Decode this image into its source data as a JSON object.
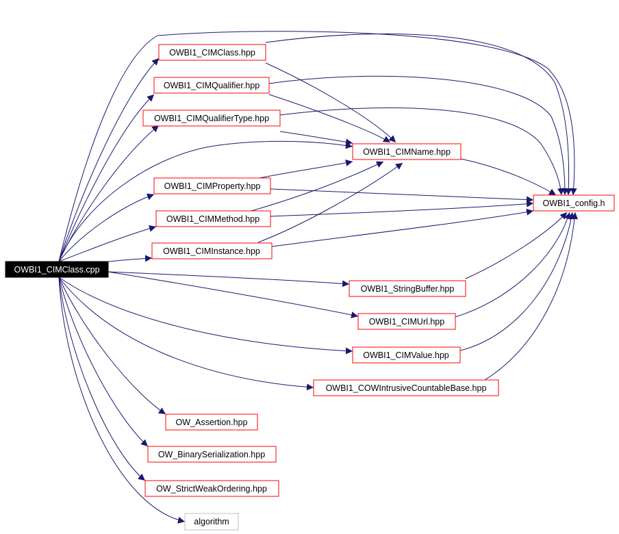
{
  "colors": {
    "edge": "#191970",
    "node_border": "#ff0000",
    "external_border": "#bfbfbf",
    "root_fill": "#000000",
    "root_text": "#ffffff",
    "text": "#000000",
    "background": "#ffffff"
  },
  "nodes": {
    "root": "OWBI1_CIMClass.cpp",
    "cimclass_hpp": "OWBI1_CIMClass.hpp",
    "cimqualifier": "OWBI1_CIMQualifier.hpp",
    "cimqualifiertype": "OWBI1_CIMQualifierType.hpp",
    "cimname": "OWBI1_CIMName.hpp",
    "cimproperty": "OWBI1_CIMProperty.hpp",
    "config": "OWBI1_config.h",
    "cimmethod": "OWBI1_CIMMethod.hpp",
    "ciminstance": "OWBI1_CIMInstance.hpp",
    "stringbuffer": "OWBI1_StringBuffer.hpp",
    "cimurl": "OWBI1_CIMUrl.hpp",
    "cimvalue": "OWBI1_CIMValue.hpp",
    "cow": "OWBI1_COWIntrusiveCountableBase.hpp",
    "assertion": "OW_Assertion.hpp",
    "binary": "OW_BinarySerialization.hpp",
    "strictweak": "OW_StrictWeakOrdering.hpp",
    "algorithm": "algorithm"
  },
  "edges": [
    [
      "root",
      "cimclass_hpp"
    ],
    [
      "root",
      "cimqualifier"
    ],
    [
      "root",
      "cimqualifiertype"
    ],
    [
      "root",
      "cimname"
    ],
    [
      "root",
      "cimproperty"
    ],
    [
      "root",
      "cimmethod"
    ],
    [
      "root",
      "ciminstance"
    ],
    [
      "root",
      "config"
    ],
    [
      "root",
      "stringbuffer"
    ],
    [
      "root",
      "cimurl"
    ],
    [
      "root",
      "cimvalue"
    ],
    [
      "root",
      "cow"
    ],
    [
      "root",
      "assertion"
    ],
    [
      "root",
      "binary"
    ],
    [
      "root",
      "strictweak"
    ],
    [
      "root",
      "algorithm"
    ],
    [
      "cimclass_hpp",
      "cimname"
    ],
    [
      "cimclass_hpp",
      "config"
    ],
    [
      "cimqualifier",
      "cimname"
    ],
    [
      "cimqualifier",
      "config"
    ],
    [
      "cimqualifiertype",
      "cimname"
    ],
    [
      "cimqualifiertype",
      "config"
    ],
    [
      "cimname",
      "config"
    ],
    [
      "cimproperty",
      "cimname"
    ],
    [
      "cimproperty",
      "config"
    ],
    [
      "cimmethod",
      "cimname"
    ],
    [
      "cimmethod",
      "config"
    ],
    [
      "ciminstance",
      "cimname"
    ],
    [
      "ciminstance",
      "config"
    ],
    [
      "stringbuffer",
      "config"
    ],
    [
      "cimurl",
      "config"
    ],
    [
      "cimvalue",
      "config"
    ],
    [
      "cow",
      "config"
    ]
  ]
}
